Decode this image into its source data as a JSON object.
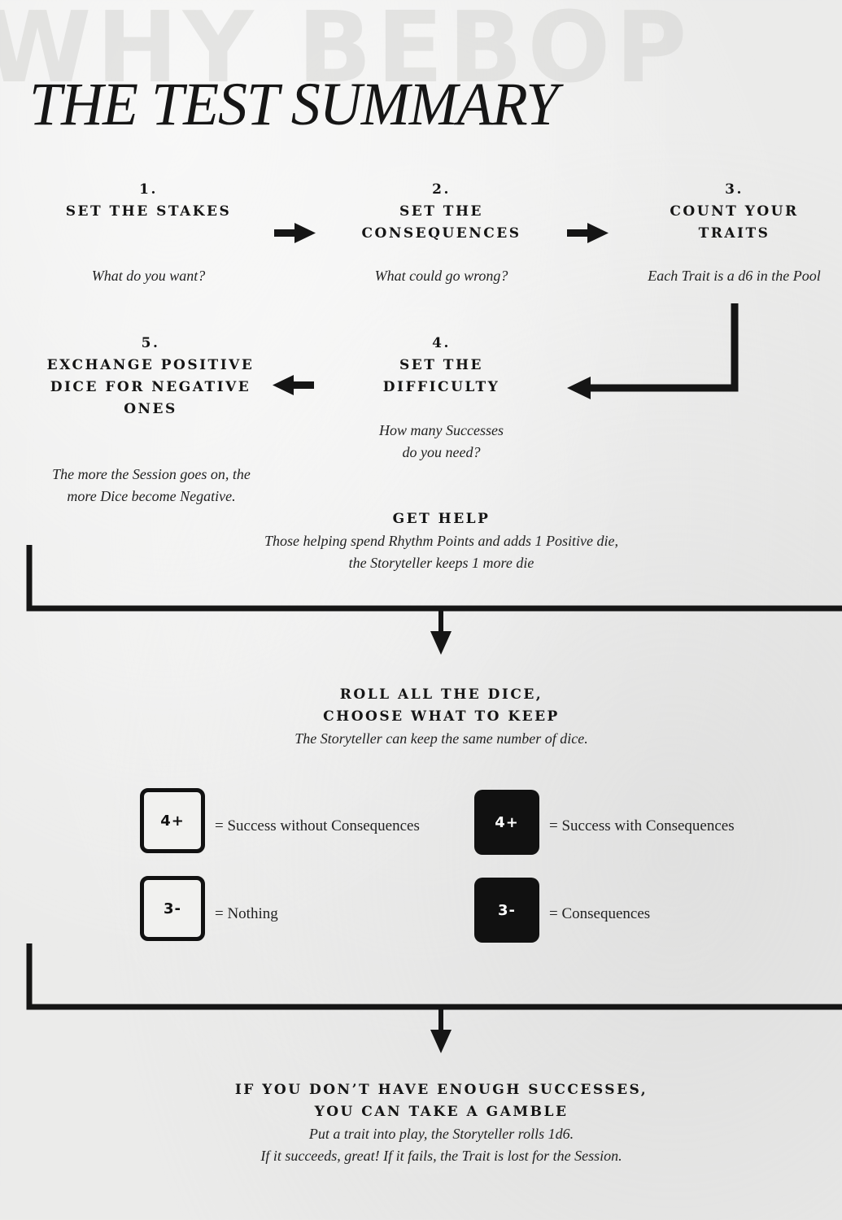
{
  "page": {
    "background_word": "WHY BEBOP",
    "title": "THE TEST SUMMARY"
  },
  "steps": [
    {
      "number": "1.",
      "title": "SET THE STAKES",
      "note": "What do you want?"
    },
    {
      "number": "2.",
      "title": "SET THE CONSEQUENCES",
      "note": "What could go wrong?"
    },
    {
      "number": "3.",
      "title": "COUNT YOUR TRAITS",
      "note": "Each Trait is a d6 in the Pool"
    },
    {
      "number": "4.",
      "title": "SET THE DIFFICULTY",
      "note": "How many Successes do you need?"
    },
    {
      "number": "5.",
      "title": "EXCHANGE POSITIVE DICE FOR NEGATIVE ONES",
      "note": "The more the Session goes on, the more Dice become Negative."
    }
  ],
  "help": {
    "title": "GET HELP",
    "line1": "Those helping spend Rhythm Points and adds 1 Positive die,",
    "line2": "the Storyteller keeps 1 more die"
  },
  "roll": {
    "title_line1": "ROLL ALL THE DICE,",
    "title_line2": "CHOOSE WHAT TO KEEP",
    "note": "The Storyteller can keep the same number of dice."
  },
  "legend": [
    {
      "die": "4+",
      "style": "positive",
      "text": "= Success without Consequences"
    },
    {
      "die": "4+",
      "style": "negative",
      "text": "= Success with Consequences"
    },
    {
      "die": "3-",
      "style": "positive",
      "text": "= Nothing"
    },
    {
      "die": "3-",
      "style": "negative",
      "text": "= Consequences"
    }
  ],
  "gamble": {
    "title_line1": "IF YOU DON’T HAVE ENOUGH SUCCESSES,",
    "title_line2": "YOU CAN TAKE A GAMBLE",
    "line1": "Put a trait into play, the Storyteller rolls 1d6.",
    "line2": "If it succeeds, great! If it fails, the Trait is lost for the Session."
  },
  "colors": {
    "ink": "#151515",
    "paper": "#ebebea"
  }
}
